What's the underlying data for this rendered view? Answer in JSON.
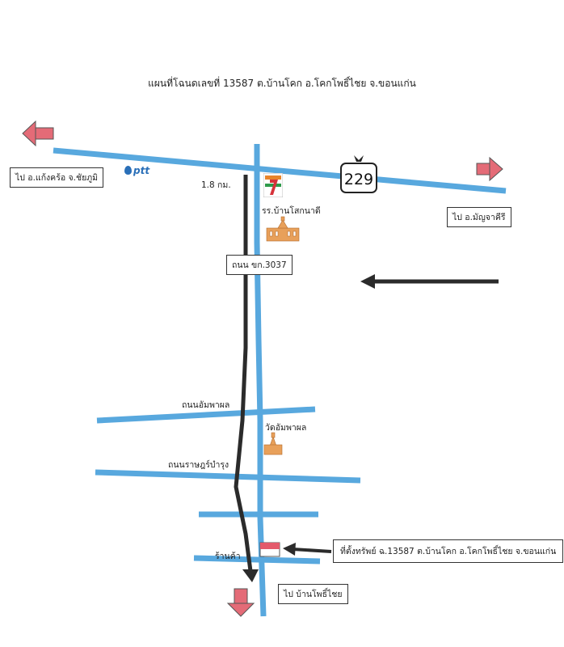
{
  "title": "แผนที่โฉนดเลขที่ 13587 ต.บ้านโคก อ.โคกโพธิ์ไชย จ.ขอนแก่น",
  "directions": {
    "west": "ไป อ.แก้งคร้อ จ.ชัยภูมิ",
    "east": "ไป อ.มัญจาคีรี",
    "south": "ไป บ้านโพธิ์ไชย"
  },
  "highway_number": "229",
  "distance": "1.8 กม.",
  "road_label": "ถนน ขก.3037",
  "landmarks": {
    "school": "รร.บ้านโสกนาดี",
    "temple": "วัดอัมพาผล",
    "shop": "ร้านค้า",
    "gas_station": "ptt"
  },
  "streets": {
    "amphaphon": "ถนนอัมพาผล",
    "ratbamrung": "ถนนราษฎร์บำรุง"
  },
  "property_label": "ที่ตั้งทรัพย์ ฉ.13587 ต.บ้านโคก อ.โคกโพธิ์ไชย จ.ขอนแก่น",
  "icons": {
    "convenience_store": "seven-eleven-icon",
    "highway_shield": "highway-shield-icon",
    "school": "school-building-icon",
    "temple": "temple-icon",
    "property": "property-marker-icon",
    "arrows": "direction-arrow-icon"
  },
  "colors": {
    "road": "#58a8de",
    "route": "#2b2b2b",
    "arrow": "#e46b77",
    "building": "#e8a05a",
    "property_marker": "#e45a6b"
  }
}
